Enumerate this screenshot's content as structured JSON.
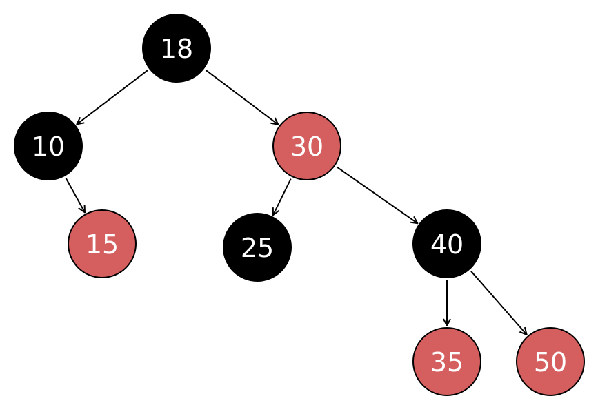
{
  "tree": {
    "colors": {
      "black": "#000000",
      "red": "#d55f5f",
      "edge": "#000000",
      "label": "#ffffff"
    },
    "nodes": [
      {
        "id": "n18",
        "label": "18",
        "color": "black"
      },
      {
        "id": "n10",
        "label": "10",
        "color": "black"
      },
      {
        "id": "n30",
        "label": "30",
        "color": "red"
      },
      {
        "id": "n15",
        "label": "15",
        "color": "red"
      },
      {
        "id": "n25",
        "label": "25",
        "color": "black"
      },
      {
        "id": "n40",
        "label": "40",
        "color": "black"
      },
      {
        "id": "n35",
        "label": "35",
        "color": "red"
      },
      {
        "id": "n50",
        "label": "50",
        "color": "red"
      }
    ],
    "edges": [
      {
        "from": "n18",
        "to": "n10"
      },
      {
        "from": "n18",
        "to": "n30"
      },
      {
        "from": "n10",
        "to": "n15"
      },
      {
        "from": "n30",
        "to": "n25"
      },
      {
        "from": "n30",
        "to": "n40"
      },
      {
        "from": "n40",
        "to": "n35"
      },
      {
        "from": "n40",
        "to": "n50"
      }
    ]
  }
}
